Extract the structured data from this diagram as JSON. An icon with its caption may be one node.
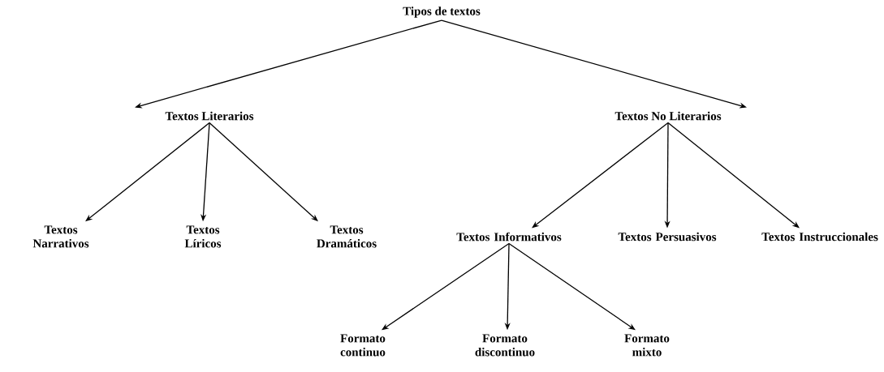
{
  "diagram": {
    "nodes": [
      {
        "text": [
          "Tipos de textos"
        ]
      },
      {
        "text": [
          "Textos Literarios"
        ]
      },
      {
        "text": [
          "Textos No Literarios"
        ]
      },
      {
        "text": [
          "Textos Narrativos"
        ]
      },
      {
        "text": [
          "Textos Líricos"
        ]
      },
      {
        "text": [
          "Textos Dramáticos"
        ]
      },
      {
        "text": [
          "Textos Informativos"
        ]
      },
      {
        "text": [
          "Textos Persuasivos"
        ]
      },
      {
        "text": [
          "Textos Instruccionales"
        ]
      },
      {
        "text": [
          "Formato continuo"
        ]
      },
      {
        "text": [
          "Formato discontinuo"
        ]
      },
      {
        "text": [
          "Formato mixto"
        ]
      }
    ],
    "edges": [
      {
        "from": 0,
        "to": 1,
        "arrow": "to"
      },
      {
        "from": 0,
        "to": 2,
        "arrow": "to"
      },
      {
        "from": 1,
        "to": 3,
        "arrow": "to"
      },
      {
        "from": 1,
        "to": 4,
        "arrow": "to"
      },
      {
        "from": 1,
        "to": 5,
        "arrow": "to"
      },
      {
        "from": 2,
        "to": 6,
        "arrow": "to"
      },
      {
        "from": 2,
        "to": 7,
        "arrow": "to"
      },
      {
        "from": 2,
        "to": 8,
        "arrow": "to"
      },
      {
        "from": 6,
        "to": 9,
        "arrow": "to"
      },
      {
        "from": 6,
        "to": 10,
        "arrow": "to"
      },
      {
        "from": 6,
        "to": 11,
        "arrow": "to"
      }
    ]
  }
}
